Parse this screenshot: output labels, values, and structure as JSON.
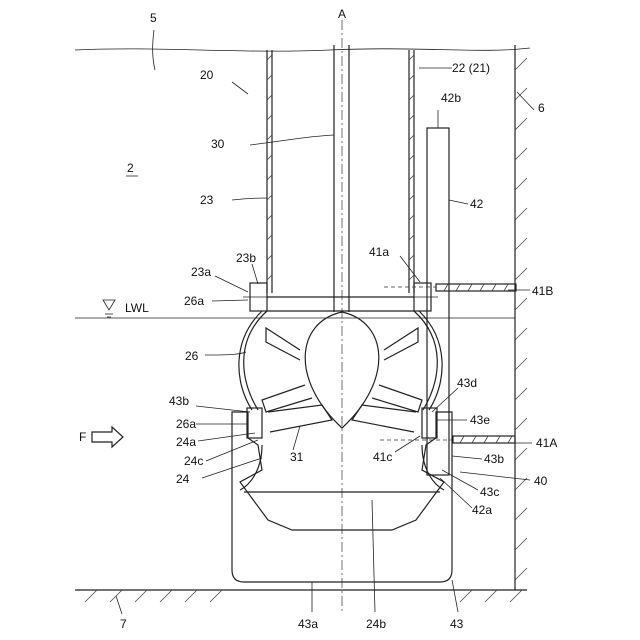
{
  "labels": {
    "l5": "5",
    "l20": "20",
    "l22_21": "22 (21)",
    "l6": "6",
    "l42b": "42b",
    "l30": "30",
    "l2": "2",
    "l23": "23",
    "l42": "42",
    "l41a": "41a",
    "l23b": "23b",
    "l23a": "23a",
    "l41B": "41B",
    "l26a_top": "26a",
    "lLWL": "LWL",
    "l26": "26",
    "l43b_left": "43b",
    "l43d": "43d",
    "l26a_bot": "26a",
    "l43e": "43e",
    "lF": "F",
    "l24a": "24a",
    "l41A": "41A",
    "l31": "31",
    "l41c": "41c",
    "l24c": "24c",
    "l43b_right": "43b",
    "l24": "24",
    "l40": "40",
    "l43c": "43c",
    "l42a": "42a",
    "l7": "7",
    "l43a": "43a",
    "l24b": "24b",
    "l43": "43",
    "lA": "A"
  }
}
